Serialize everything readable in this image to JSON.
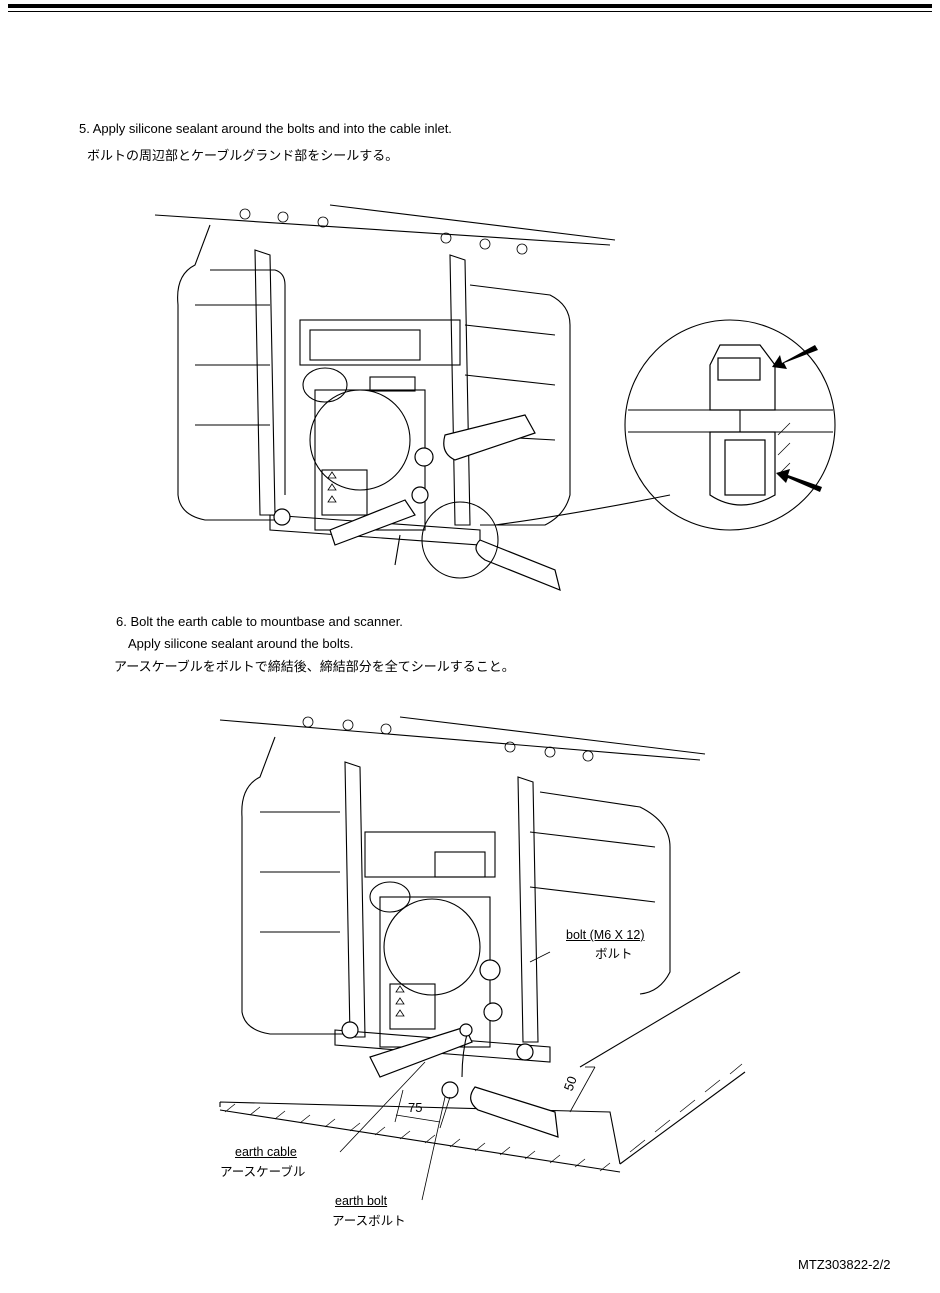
{
  "header": {
    "title": ""
  },
  "step5": {
    "en": "5. Apply silicone sealant around the bolts and into the cable inlet.",
    "jp": "ボルトの周辺部とケーブルグランド部をシールする。"
  },
  "step6": {
    "en1": "6. Bolt the earth cable to mountbase and scanner.",
    "en2": "Apply silicone sealant around the bolts.",
    "jp": "アースケーブルをボルトで締結後、締結部分を全てシールすること。"
  },
  "figure2": {
    "bolt_en": "bolt (M6 X 12)",
    "bolt_jp": "ボルト",
    "cable_en": "earth cable",
    "cable_jp": "アースケーブル",
    "earthbolt_en": "earth bolt",
    "earthbolt_jp": "アースボルト",
    "dim_75": "75",
    "dim_50": "50"
  },
  "footer": {
    "doc_id": "MTZ303822-2/2"
  }
}
